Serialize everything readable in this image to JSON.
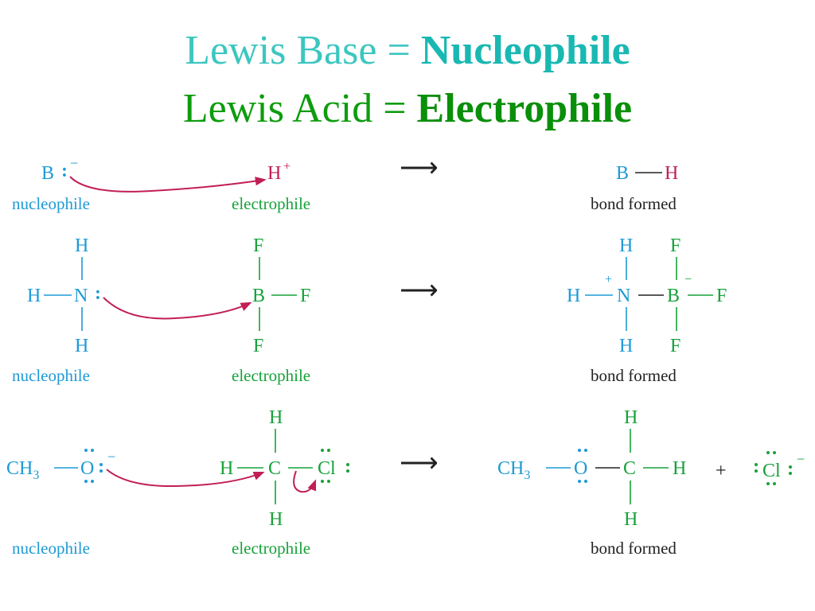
{
  "titles": {
    "line1_prefix": "Lewis Base = ",
    "line1_bold": "Nucleophile",
    "line2_prefix": "Lewis Acid = ",
    "line2_bold": "Electrophile"
  },
  "colors": {
    "nucleophile": "#1e9ad6",
    "electrophile": "#17a23a",
    "arrow": "#c21e56",
    "hydrogen_ion": "#c21e56",
    "text": "#222222",
    "title_line1": "#3cc6c0",
    "title_line2": "#0e9c0e"
  },
  "labels": {
    "nucleophile": "nucleophile",
    "electrophile": "electrophile",
    "bond_formed": "bond formed"
  },
  "glyphs": {
    "reaction_arrow": "⟶",
    "lone_pair": ":",
    "minus": "−",
    "plus": "+",
    "plus_sign": "+"
  },
  "reactions": [
    {
      "nucleophile_atoms": [
        "B"
      ],
      "electrophile_atoms": [
        "H"
      ],
      "product_atoms": [
        "B",
        "H"
      ]
    },
    {
      "nucleophile_atoms": [
        "H",
        "H",
        "N",
        "H"
      ],
      "electrophile_atoms": [
        "F",
        "B",
        "F",
        "F"
      ],
      "product_atoms": [
        "H",
        "H",
        "N",
        "H",
        "F",
        "B",
        "F",
        "F"
      ]
    },
    {
      "nucleophile_group": "CH",
      "nucleophile_subscript": "3",
      "nucleophile_atoms": [
        "O"
      ],
      "electrophile_atoms": [
        "H",
        "H",
        "C",
        "Cl",
        "H"
      ],
      "product_group": "CH",
      "product_subscript": "3",
      "product_atoms": [
        "O",
        "H",
        "C",
        "H",
        "H"
      ],
      "leaving_group": "Cl"
    }
  ]
}
